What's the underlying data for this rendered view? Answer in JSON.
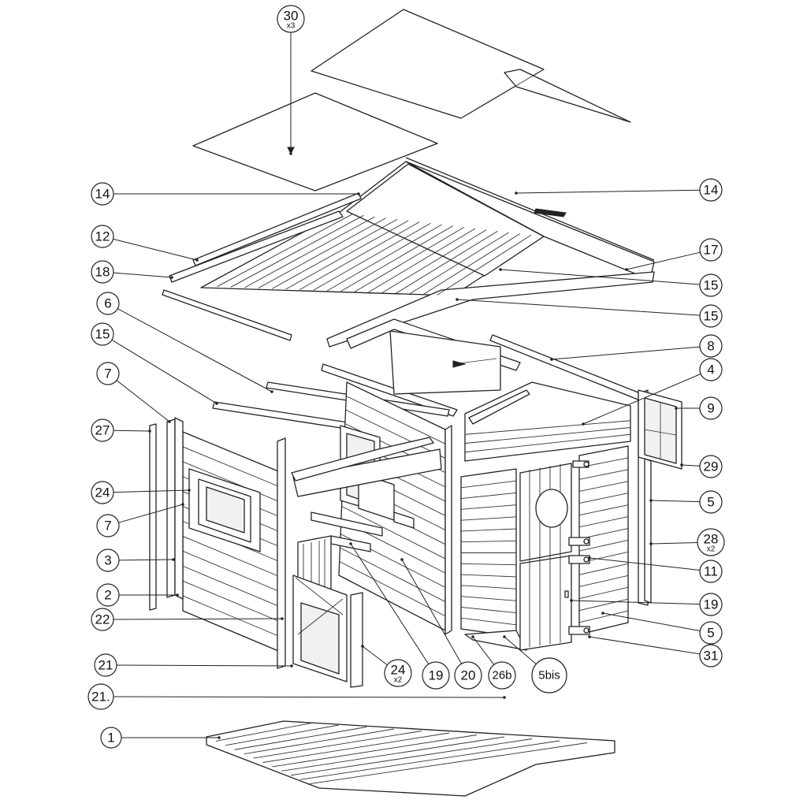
{
  "callouts": [
    {
      "id": "c30",
      "label": "30",
      "qty": "x3"
    },
    {
      "id": "c14a",
      "label": "14",
      "qty": ""
    },
    {
      "id": "c14b",
      "label": "14",
      "qty": ""
    },
    {
      "id": "c12",
      "label": "12",
      "qty": ""
    },
    {
      "id": "c17",
      "label": "17",
      "qty": ""
    },
    {
      "id": "c18",
      "label": "18",
      "qty": ""
    },
    {
      "id": "c15a",
      "label": "15",
      "qty": ""
    },
    {
      "id": "c6",
      "label": "6",
      "qty": ""
    },
    {
      "id": "c15b",
      "label": "15",
      "qty": ""
    },
    {
      "id": "c15c",
      "label": "15",
      "qty": ""
    },
    {
      "id": "c8",
      "label": "8",
      "qty": ""
    },
    {
      "id": "c7a",
      "label": "7",
      "qty": ""
    },
    {
      "id": "c4",
      "label": "4",
      "qty": ""
    },
    {
      "id": "c9",
      "label": "9",
      "qty": ""
    },
    {
      "id": "c27",
      "label": "27",
      "qty": ""
    },
    {
      "id": "c29",
      "label": "29",
      "qty": ""
    },
    {
      "id": "c24a",
      "label": "24",
      "qty": ""
    },
    {
      "id": "c5a",
      "label": "5",
      "qty": ""
    },
    {
      "id": "c7b",
      "label": "7",
      "qty": ""
    },
    {
      "id": "c28",
      "label": "28",
      "qty": "x2"
    },
    {
      "id": "c3",
      "label": "3",
      "qty": ""
    },
    {
      "id": "c11",
      "label": "11",
      "qty": ""
    },
    {
      "id": "c2",
      "label": "2",
      "qty": ""
    },
    {
      "id": "c19a",
      "label": "19",
      "qty": ""
    },
    {
      "id": "c22",
      "label": "22",
      "qty": ""
    },
    {
      "id": "c5b",
      "label": "5",
      "qty": ""
    },
    {
      "id": "c31",
      "label": "31",
      "qty": ""
    },
    {
      "id": "c21a",
      "label": "21",
      "qty": ""
    },
    {
      "id": "c24b",
      "label": "24",
      "qty": "x2"
    },
    {
      "id": "c19b",
      "label": "19",
      "qty": ""
    },
    {
      "id": "c20",
      "label": "20",
      "qty": ""
    },
    {
      "id": "c26b",
      "label": "26b",
      "qty": ""
    },
    {
      "id": "c5bis",
      "label": "5bis",
      "qty": ""
    },
    {
      "id": "c21b",
      "label": "21.",
      "qty": ""
    },
    {
      "id": "c1",
      "label": "1",
      "qty": ""
    }
  ]
}
